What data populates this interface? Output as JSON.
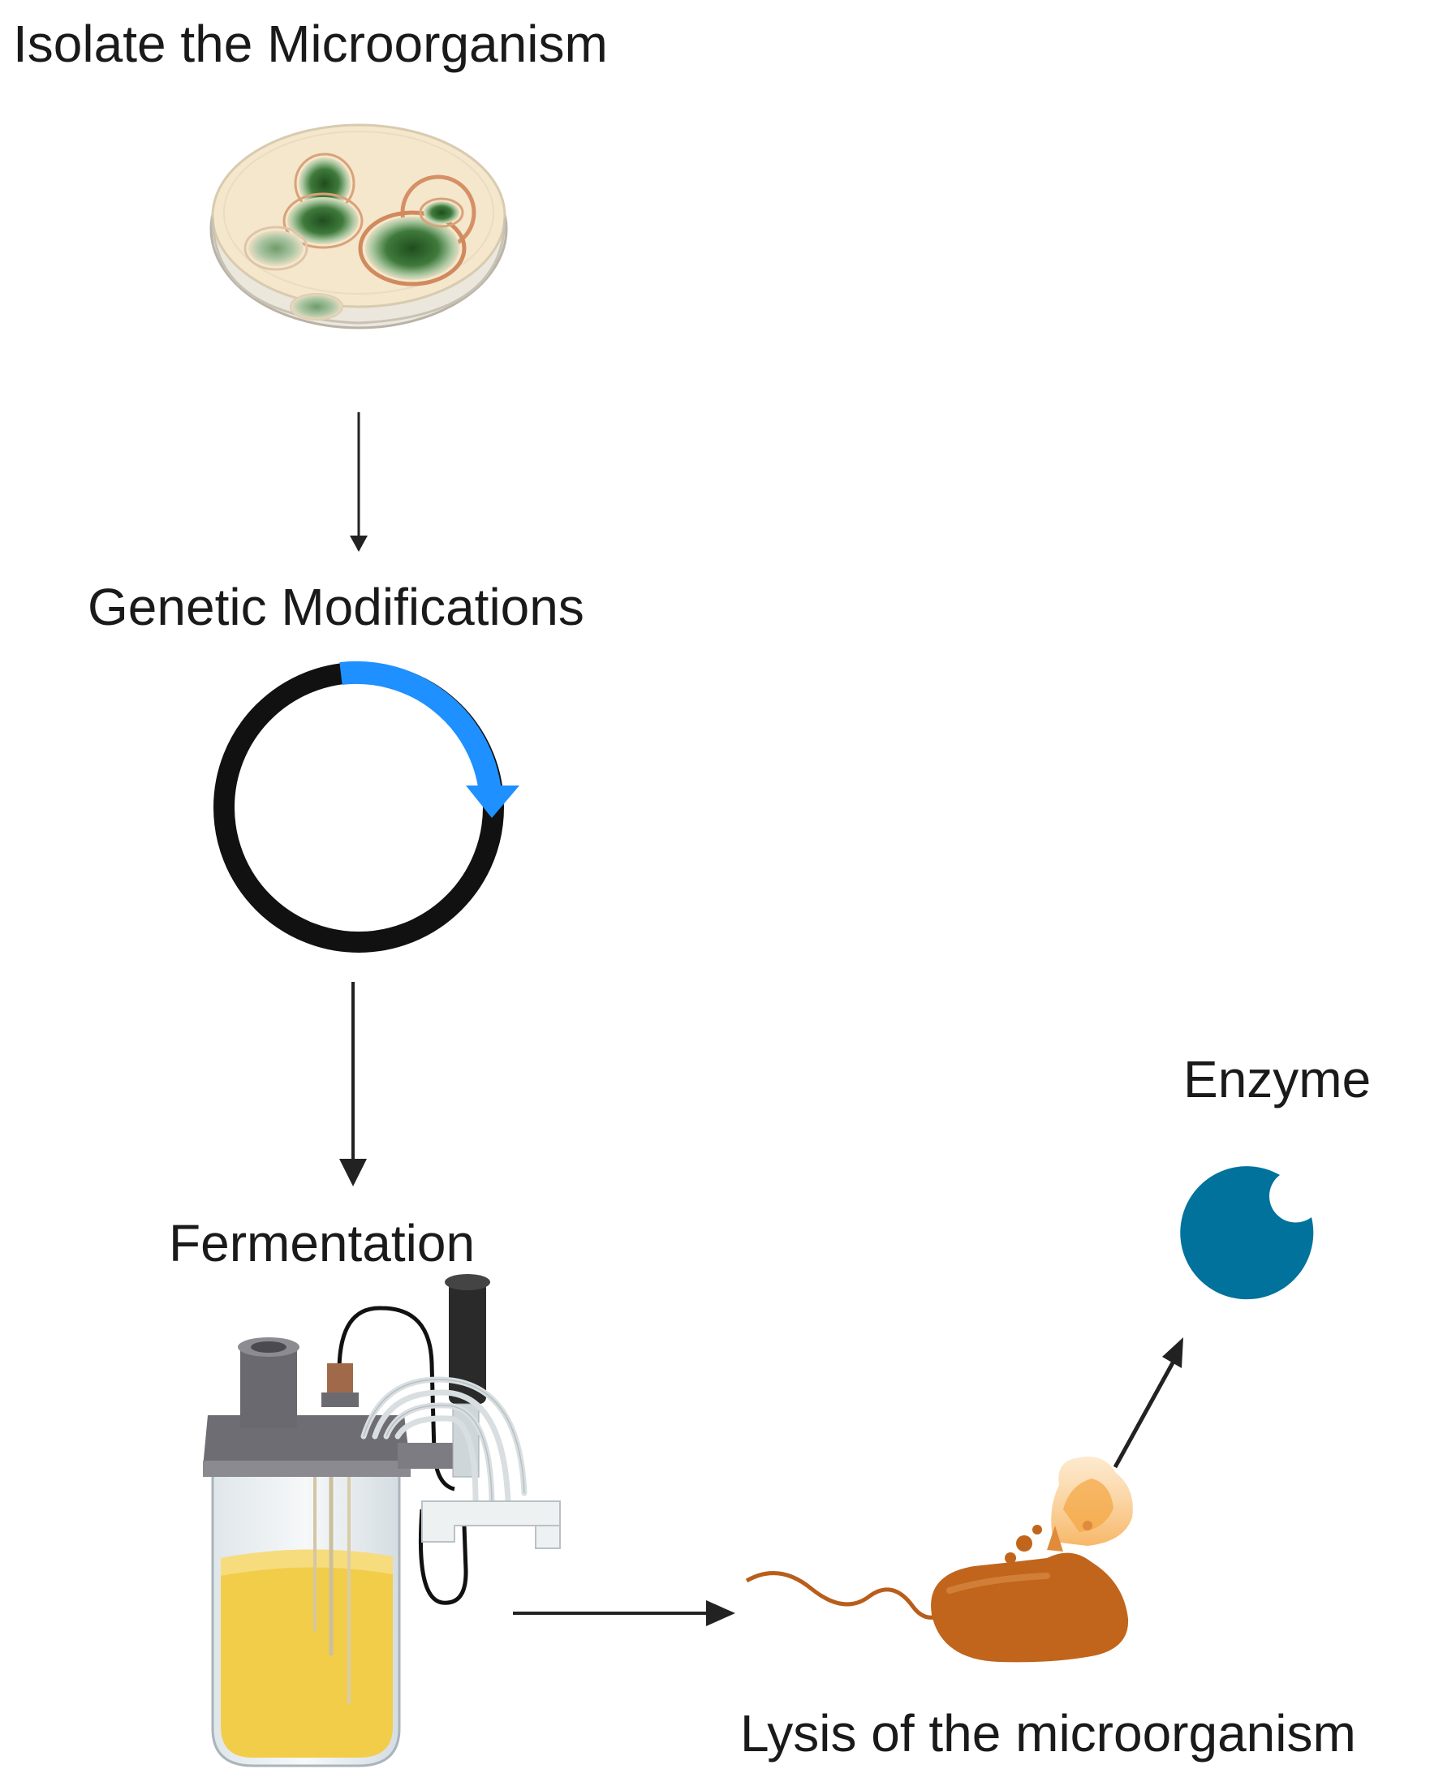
{
  "diagram": {
    "steps": {
      "isolate": "Isolate the Microorganism",
      "genetic": "Genetic Modifications",
      "fermentation": "Fermentation",
      "enzyme": "Enzyme",
      "lysis": "Lysis of the microorganism"
    },
    "icons": {
      "isolate": "petri-dish-icon",
      "genetic": "plasmid-icon",
      "fermentation": "bioreactor-icon",
      "lysis": "bacterium-lysis-icon",
      "enzyme": "enzyme-icon"
    },
    "colors": {
      "plasmid_ring": "#111111",
      "plasmid_insert": "#1e90ff",
      "enzyme": "#00729c",
      "bacterium": "#c0651b",
      "culture_medium": "#f2cd4a",
      "agar": "#f5e7cc",
      "colony": "#2f5e2c",
      "arrow": "#222222"
    }
  }
}
